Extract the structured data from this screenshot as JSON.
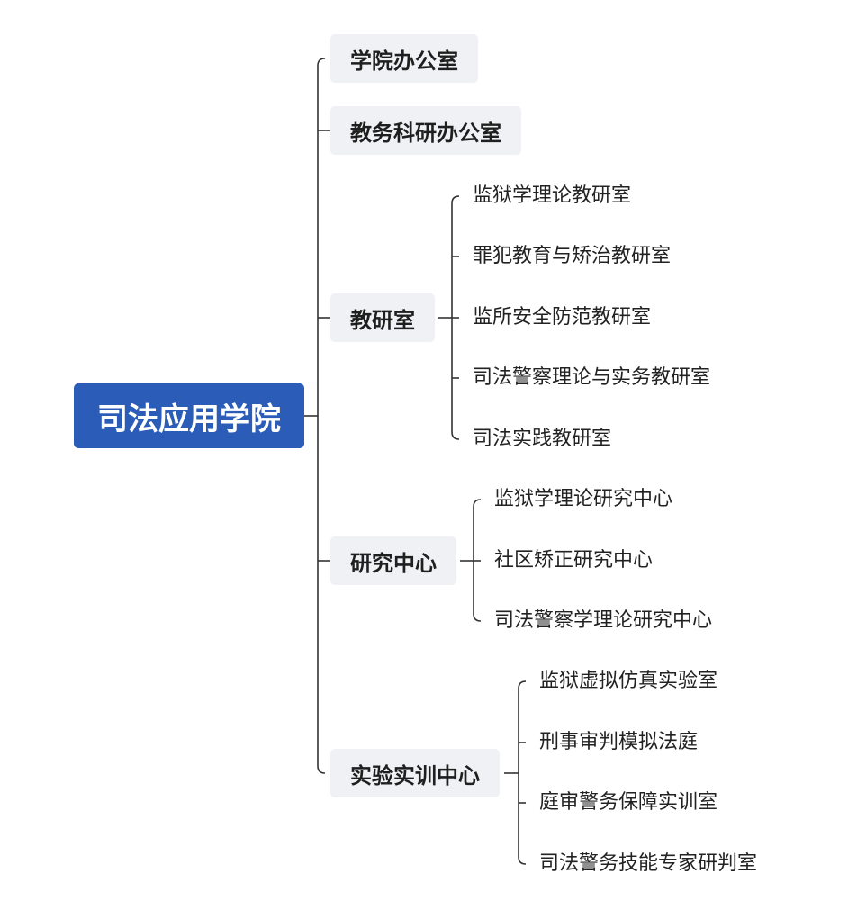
{
  "diagram": {
    "root": {
      "label": "司法应用学院"
    },
    "branches": [
      {
        "label": "学院办公室",
        "children": []
      },
      {
        "label": "教务科研办公室",
        "children": []
      },
      {
        "label": "教研室",
        "children": [
          {
            "label": "监狱学理论教研室"
          },
          {
            "label": "罪犯教育与矫治教研室"
          },
          {
            "label": "监所安全防范教研室"
          },
          {
            "label": "司法警察理论与实务教研室"
          },
          {
            "label": "司法实践教研室"
          }
        ]
      },
      {
        "label": "研究中心",
        "children": [
          {
            "label": "监狱学理论研究中心"
          },
          {
            "label": "社区矫正研究中心"
          },
          {
            "label": "司法警察学理论研究中心"
          }
        ]
      },
      {
        "label": "实验实训中心",
        "children": [
          {
            "label": "监狱虚拟仿真实验室"
          },
          {
            "label": "刑事审判模拟法庭"
          },
          {
            "label": "庭审警务保障实训室"
          },
          {
            "label": "司法警务技能专家研判室"
          }
        ]
      }
    ]
  },
  "colors": {
    "root_fill": "#2a5cb8",
    "branch_fill": "#eff1f4",
    "connector": "#333333"
  }
}
